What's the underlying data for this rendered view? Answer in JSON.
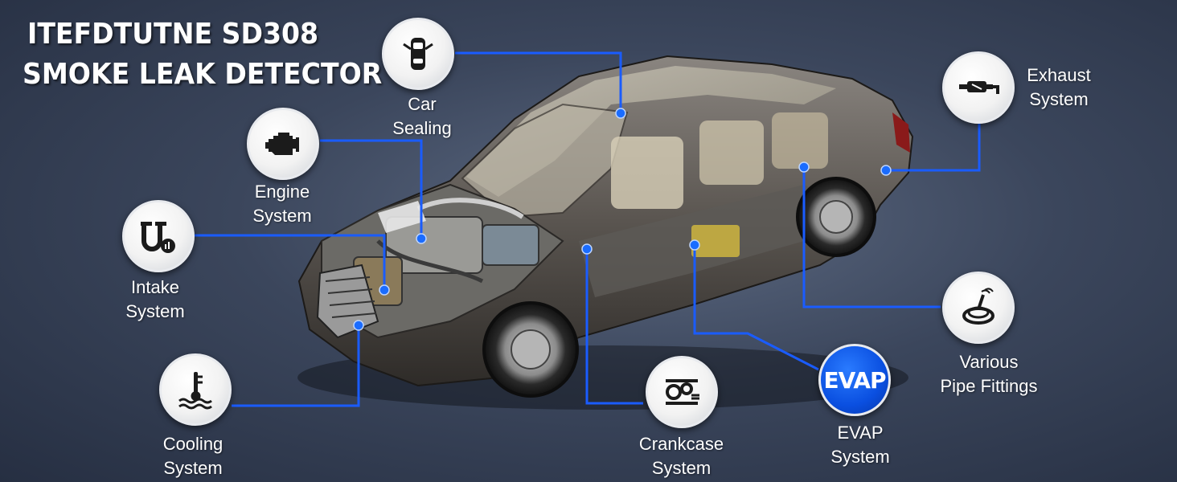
{
  "title": {
    "line1": "ITEFDTUTNE SD308",
    "line2": "SMOKE LEAK DETECTOR"
  },
  "accent_color": "#1a5cff",
  "features": {
    "car_sealing": {
      "line1": "Car",
      "line2": "Sealing",
      "icon": "car-door-icon"
    },
    "engine": {
      "line1": "Engine",
      "line2": "System",
      "icon": "engine-icon"
    },
    "intake": {
      "line1": "Intake",
      "line2": "System",
      "icon": "intake-pipe-icon"
    },
    "cooling": {
      "line1": "Cooling",
      "line2": "System",
      "icon": "coolant-temperature-icon"
    },
    "crankcase": {
      "line1": "Crankcase",
      "line2": "System",
      "icon": "crankcase-gears-icon"
    },
    "evap": {
      "badge": "EVAP",
      "line1": "EVAP",
      "line2": "System"
    },
    "pipe_fittings": {
      "line1": "Various",
      "line2": "Pipe Fittings",
      "icon": "hose-fitting-icon"
    },
    "exhaust": {
      "line1": "Exhaust",
      "line2": "System",
      "icon": "exhaust-muffler-icon"
    }
  }
}
